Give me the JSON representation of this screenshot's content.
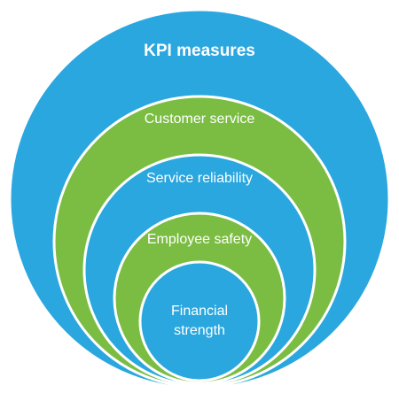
{
  "diagram": {
    "title": "KPI measures",
    "layers": [
      "Customer service",
      "Service reliability",
      "Employee safety"
    ],
    "core": {
      "line1": "Financial",
      "line2": "strength"
    },
    "colors": {
      "blue": "#2aa7df",
      "green": "#7bbd42",
      "stroke": "#ffffff",
      "text": "#ffffff"
    }
  }
}
